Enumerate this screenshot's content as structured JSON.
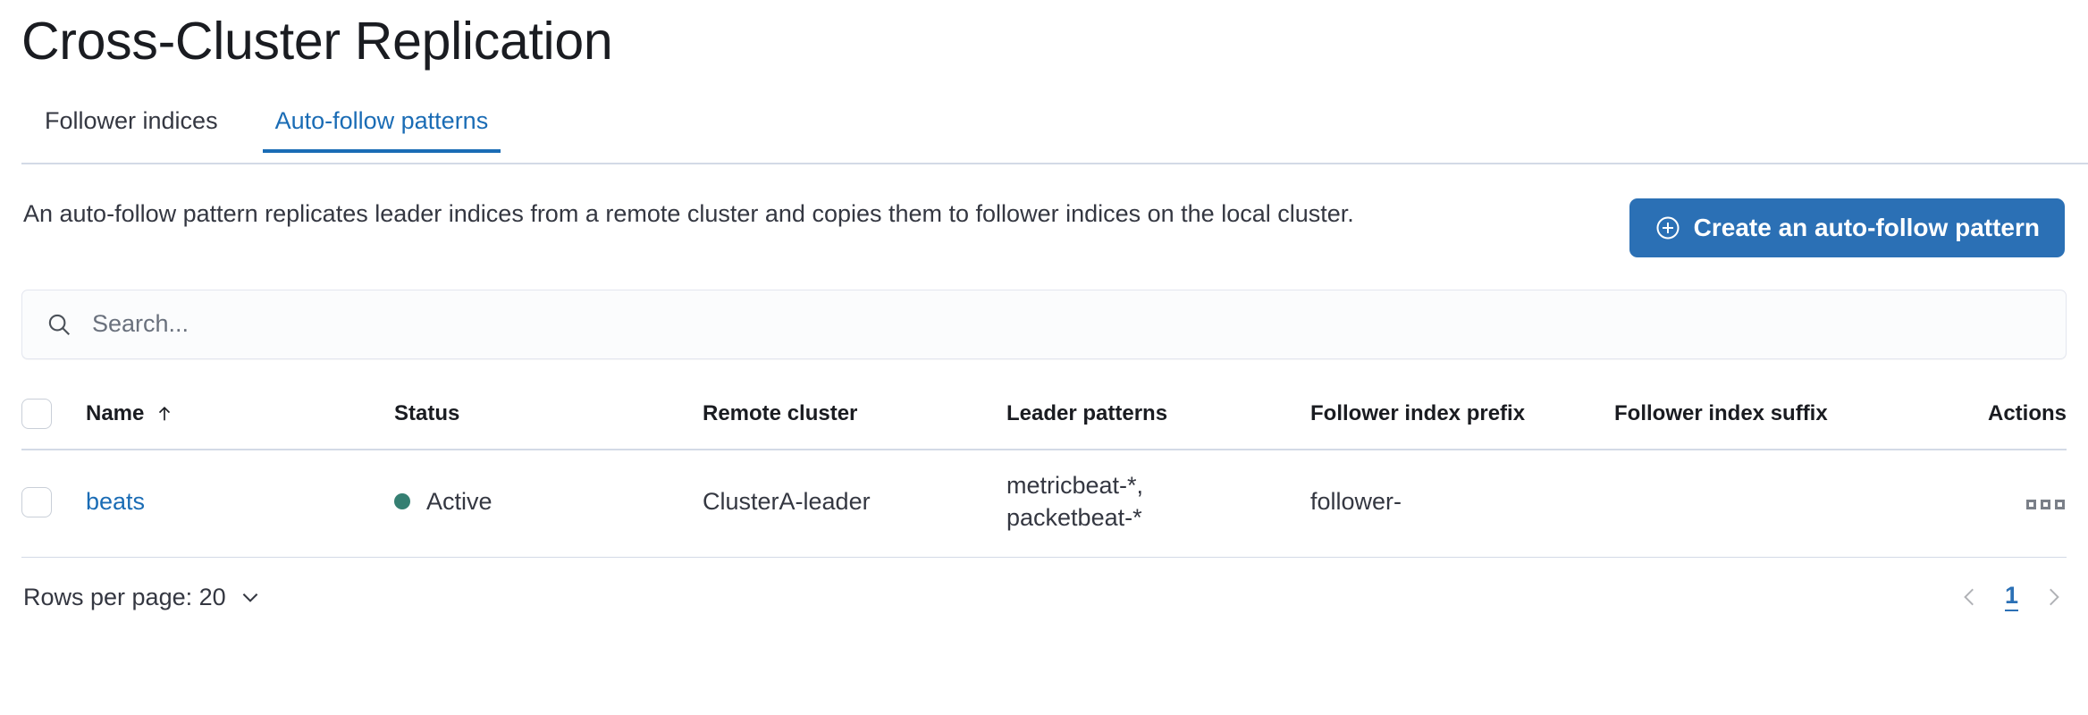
{
  "page": {
    "title": "Cross-Cluster Replication"
  },
  "tabs": [
    {
      "label": "Follower indices",
      "active": false
    },
    {
      "label": "Auto-follow patterns",
      "active": true
    }
  ],
  "description": {
    "text": "An auto-follow pattern replicates leader indices from a remote cluster and copies them to follower indices on the local cluster."
  },
  "actions": {
    "create_label": "Create an auto-follow pattern",
    "create_icon": "plus-in-circle-icon",
    "create_bg": "#2b70b5"
  },
  "search": {
    "value": "",
    "placeholder": "Search...",
    "icon": "search-icon"
  },
  "table": {
    "columns": [
      "Name",
      "Status",
      "Remote cluster",
      "Leader patterns",
      "Follower index prefix",
      "Follower index suffix",
      "Actions"
    ],
    "sorted_by": "Name",
    "sort_direction_icon": "arrow-up-icon",
    "rows": [
      {
        "name": "beats",
        "status": "Active",
        "status_color": "#357f72",
        "remote_cluster": "ClusterA-leader",
        "leader_patterns_line1": "metricbeat-*,",
        "leader_patterns_line2": "packetbeat-*",
        "follower_index_prefix": "follower-",
        "follower_index_suffix": "",
        "actions_icon": "boxes-horizontal-icon"
      }
    ]
  },
  "footer": {
    "rows_per_page_label": "Rows per page: 20",
    "pagination": {
      "prev_icon": "chevron-left-icon",
      "next_icon": "chevron-right-icon",
      "current_page": "1"
    }
  },
  "colors": {
    "link": "#1a6cb5",
    "accent": "#2b70b5",
    "border": "#d3dae6",
    "text": "#343741"
  }
}
